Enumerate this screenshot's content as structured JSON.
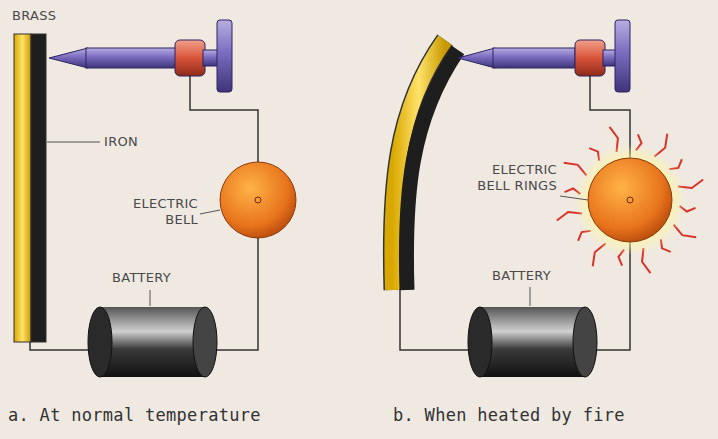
{
  "diagram": {
    "labels": [
      "BRASS",
      "IRON",
      "ELECTRIC BELL",
      "BATTERY",
      "ELECTRIC BELL RINGS",
      "BATTERY",
      "a. At normal temperature",
      "b. When heated by fire"
    ]
  }
}
